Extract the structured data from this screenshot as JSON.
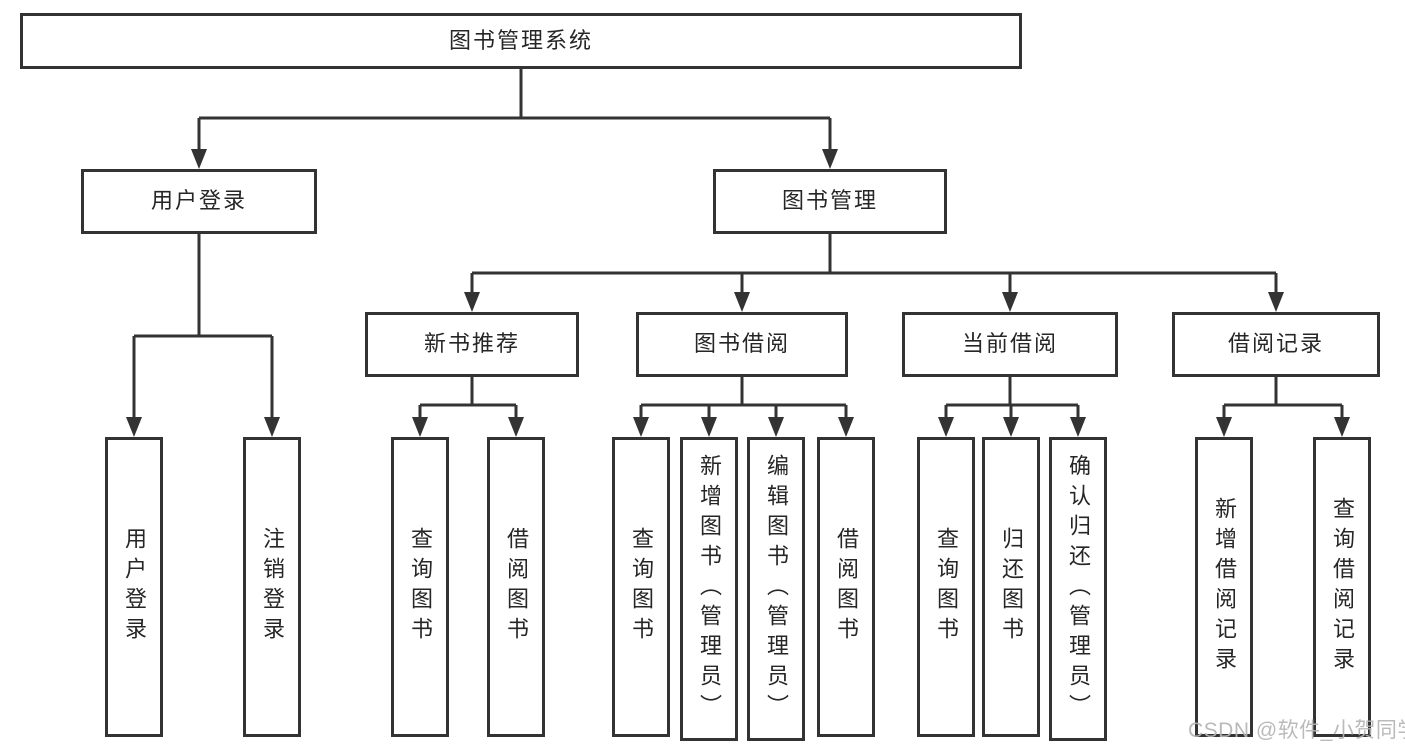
{
  "diagram": {
    "root": {
      "label": "图书管理系统"
    },
    "branches": [
      {
        "label": "用户登录",
        "children": [
          {
            "label": "用户登录"
          },
          {
            "label": "注销登录"
          }
        ]
      },
      {
        "label": "图书管理",
        "children": [
          {
            "label": "新书推荐",
            "children": [
              {
                "label": "查询图书"
              },
              {
                "label": "借阅图书"
              }
            ]
          },
          {
            "label": "图书借阅",
            "children": [
              {
                "label": "查询图书"
              },
              {
                "label": "新增图书（管理员）"
              },
              {
                "label": "编辑图书（管理员）"
              },
              {
                "label": "借阅图书"
              }
            ]
          },
          {
            "label": "当前借阅",
            "children": [
              {
                "label": "查询图书"
              },
              {
                "label": "归还图书"
              },
              {
                "label": "确认归还（管理员）"
              }
            ]
          },
          {
            "label": "借阅记录",
            "children": [
              {
                "label": "新增借阅记录"
              },
              {
                "label": "查询借阅记录"
              }
            ]
          }
        ]
      }
    ]
  },
  "watermark": {
    "text": "CSDN @软件_小贺同学"
  },
  "colors": {
    "line": "#333333",
    "text": "#262626",
    "box_bg": "#ffffff",
    "background": "#ffffff",
    "watermark": "#b5b5b5"
  }
}
